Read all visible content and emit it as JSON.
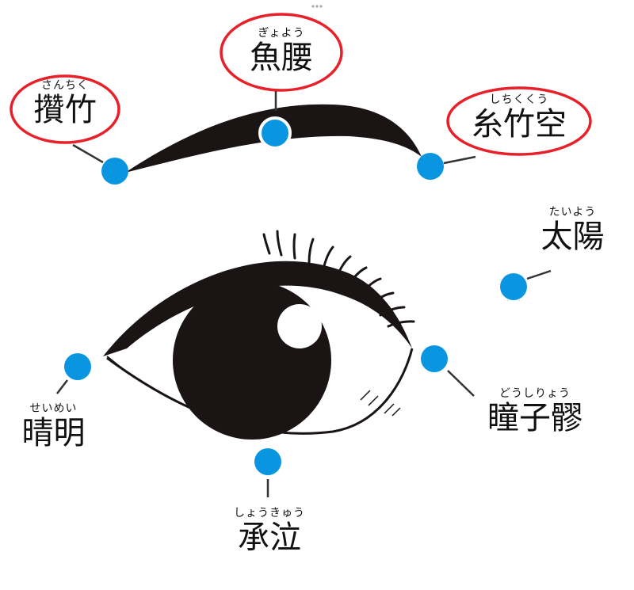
{
  "points": {
    "sanchiku": {
      "furigana": "さんちく",
      "name": "攢竹",
      "highlighted": true
    },
    "gyoyou": {
      "furigana": "ぎょよう",
      "name": "魚腰",
      "highlighted": true
    },
    "shichikukuu": {
      "furigana": "しちくくう",
      "name": "糸竹空",
      "highlighted": true
    },
    "taiyou": {
      "furigana": "たいよう",
      "name": "太陽",
      "highlighted": false
    },
    "doushiryou": {
      "furigana": "どうしりょう",
      "name": "瞳子髎",
      "highlighted": false
    },
    "shoukyuu": {
      "furigana": "しょうきゅう",
      "name": "承泣",
      "highlighted": false
    },
    "seimei": {
      "furigana": "せいめい",
      "name": "晴明",
      "highlighted": false
    }
  },
  "colors": {
    "point": "#0a95e0",
    "highlight": "#e8202a",
    "ink": "#1a1414"
  }
}
